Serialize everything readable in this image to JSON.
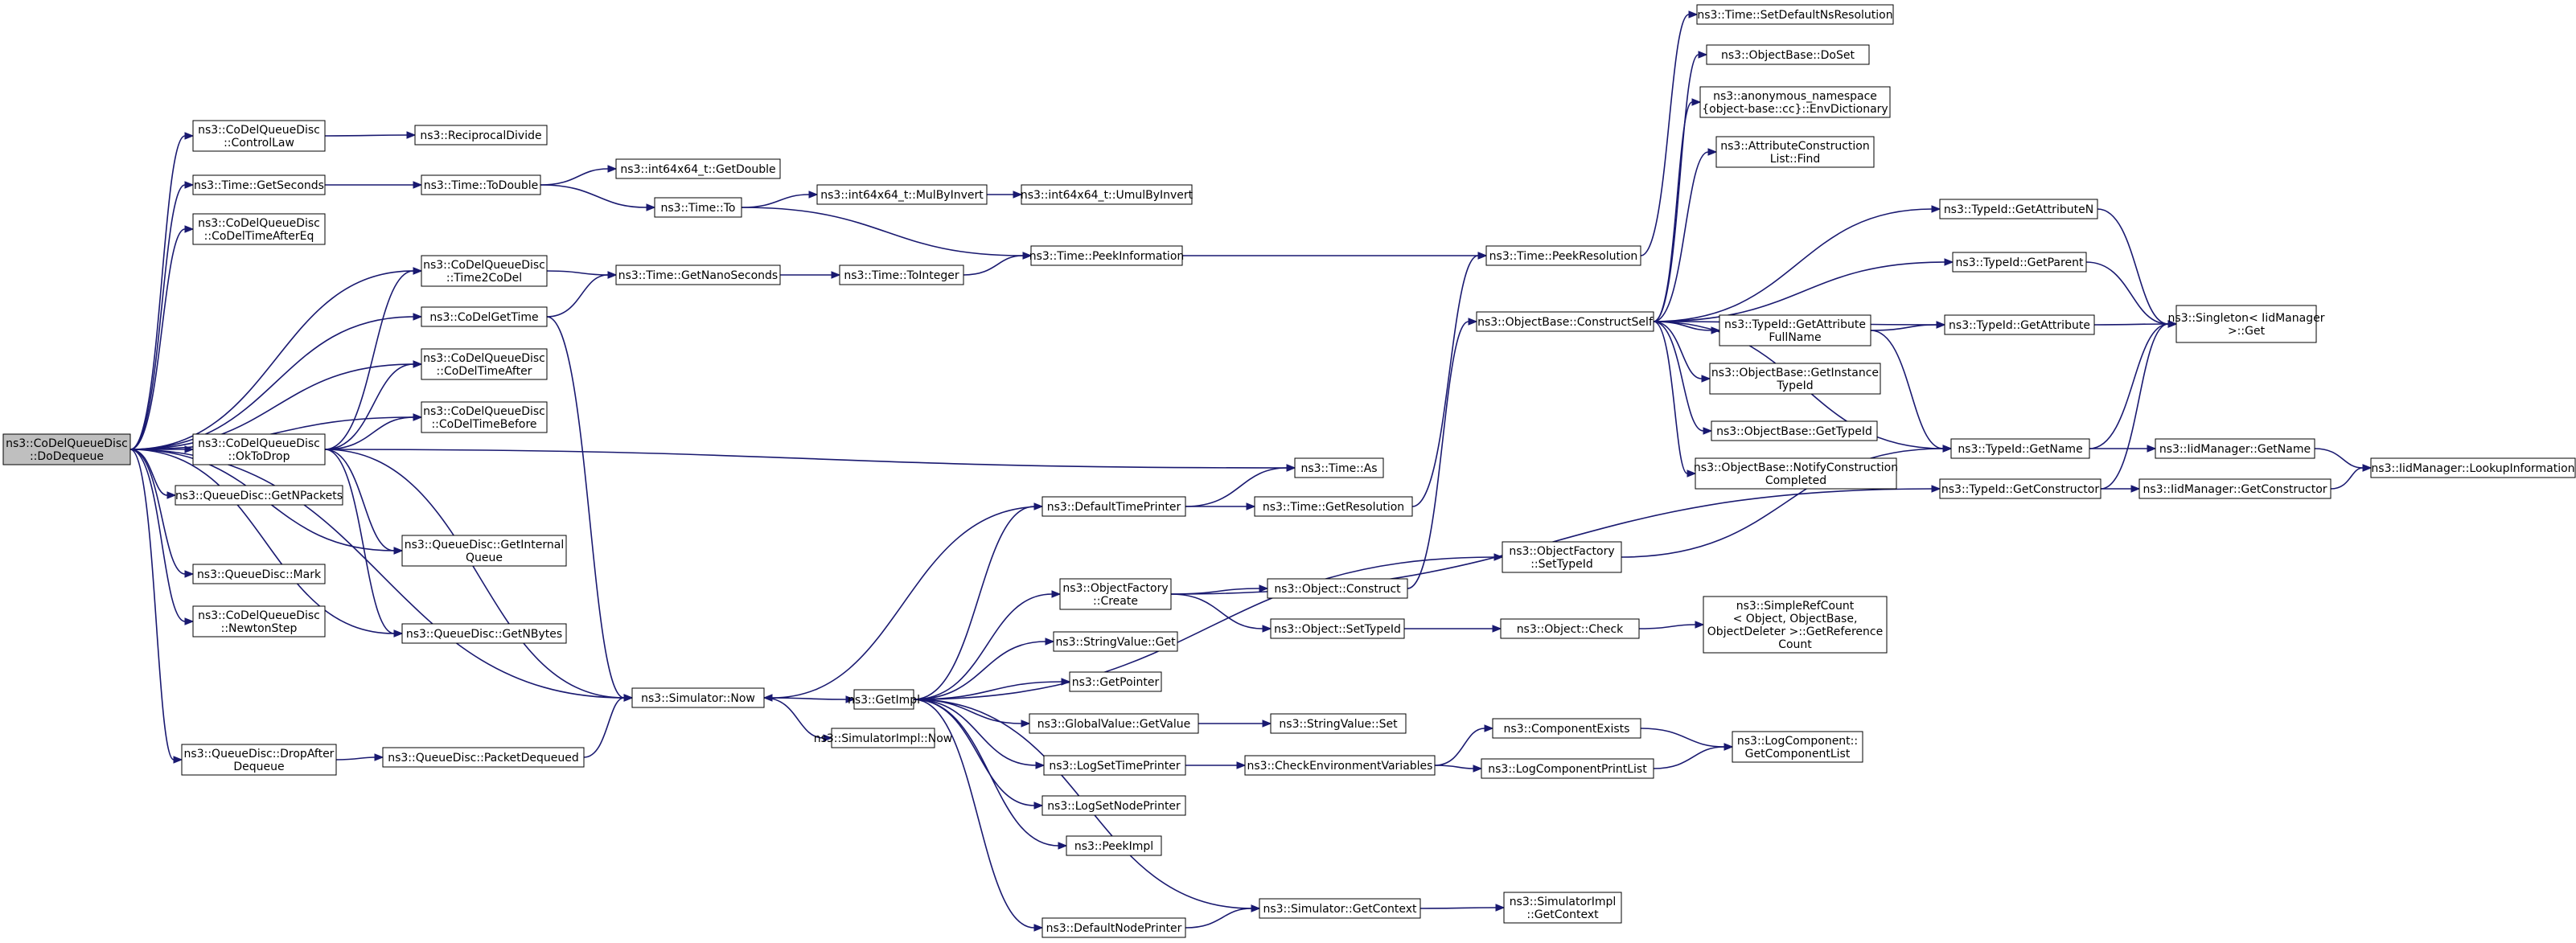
{
  "colors": {
    "edge": "#191970",
    "node_border": "#000000",
    "node_border_truncated": "#ff0000",
    "node_fill": "#ffffff",
    "root_fill": "#bfbfbf"
  },
  "nodes": [
    {
      "id": "n0",
      "lines": [
        "ns3::CoDelQueueDisc",
        "::DoDequeue"
      ],
      "root": true
    },
    {
      "id": "n1",
      "lines": [
        "ns3::CoDelQueueDisc",
        "::ControlLaw"
      ]
    },
    {
      "id": "n2",
      "lines": [
        "ns3::ReciprocalDivide"
      ]
    },
    {
      "id": "n3",
      "lines": [
        "ns3::Time::GetSeconds"
      ]
    },
    {
      "id": "n4",
      "lines": [
        "ns3::Time::ToDouble"
      ]
    },
    {
      "id": "n5",
      "lines": [
        "ns3::int64x64_t::GetDouble"
      ]
    },
    {
      "id": "n6",
      "lines": [
        "ns3::Time::To"
      ]
    },
    {
      "id": "n7",
      "lines": [
        "ns3::int64x64_t::MulByInvert"
      ]
    },
    {
      "id": "n8",
      "lines": [
        "ns3::int64x64_t::UmulByInvert"
      ]
    },
    {
      "id": "n9",
      "lines": [
        "ns3::CoDelQueueDisc",
        "::CoDelTimeAfterEq"
      ]
    },
    {
      "id": "n10",
      "lines": [
        "ns3::CoDelQueueDisc",
        "::Time2CoDel"
      ]
    },
    {
      "id": "n11",
      "lines": [
        "ns3::Time::GetNanoSeconds"
      ]
    },
    {
      "id": "n12",
      "lines": [
        "ns3::Time::ToInteger"
      ]
    },
    {
      "id": "n13",
      "lines": [
        "ns3::Time::PeekInformation"
      ]
    },
    {
      "id": "n14",
      "lines": [
        "ns3::CoDelGetTime"
      ]
    },
    {
      "id": "n15",
      "lines": [
        "ns3::CoDelQueueDisc",
        "::CoDelTimeAfter"
      ]
    },
    {
      "id": "n16",
      "lines": [
        "ns3::CoDelQueueDisc",
        "::CoDelTimeBefore"
      ]
    },
    {
      "id": "n17",
      "lines": [
        "ns3::CoDelQueueDisc",
        "::OkToDrop"
      ]
    },
    {
      "id": "n18",
      "lines": [
        "ns3::QueueDisc::GetNPackets"
      ]
    },
    {
      "id": "n19",
      "lines": [
        "ns3::QueueDisc::GetInternal",
        "Queue"
      ]
    },
    {
      "id": "n20",
      "lines": [
        "ns3::QueueDisc::Mark"
      ]
    },
    {
      "id": "n21",
      "lines": [
        "ns3::CoDelQueueDisc",
        "::NewtonStep"
      ]
    },
    {
      "id": "n22",
      "lines": [
        "ns3::QueueDisc::GetNBytes"
      ]
    },
    {
      "id": "n23",
      "lines": [
        "ns3::QueueDisc::DropAfter",
        "Dequeue"
      ]
    },
    {
      "id": "n24",
      "lines": [
        "ns3::QueueDisc::PacketDequeued"
      ]
    },
    {
      "id": "n25",
      "lines": [
        "ns3::Simulator::Now"
      ]
    },
    {
      "id": "n26",
      "lines": [
        "ns3::GetImpl"
      ]
    },
    {
      "id": "n27",
      "lines": [
        "ns3::SimulatorImpl::Now"
      ]
    },
    {
      "id": "n28",
      "lines": [
        "ns3::Time::As"
      ]
    },
    {
      "id": "n29",
      "lines": [
        "ns3::DefaultTimePrinter"
      ]
    },
    {
      "id": "n30",
      "lines": [
        "ns3::Time::GetResolution"
      ]
    },
    {
      "id": "n31",
      "lines": [
        "ns3::ObjectFactory",
        "::Create"
      ]
    },
    {
      "id": "n32",
      "lines": [
        "ns3::Object::Construct"
      ]
    },
    {
      "id": "n33",
      "lines": [
        "ns3::Object::SetTypeId"
      ]
    },
    {
      "id": "n34",
      "lines": [
        "ns3::Object::Check"
      ]
    },
    {
      "id": "n35",
      "lines": [
        "ns3::ObjectFactory",
        "::SetTypeId"
      ]
    },
    {
      "id": "n36",
      "lines": [
        "ns3::StringValue::Get"
      ]
    },
    {
      "id": "n37",
      "lines": [
        "ns3::GetPointer"
      ]
    },
    {
      "id": "n38",
      "lines": [
        "ns3::GlobalValue::GetValue"
      ]
    },
    {
      "id": "n39",
      "lines": [
        "ns3::StringValue::Set"
      ]
    },
    {
      "id": "n40",
      "lines": [
        "ns3::LogSetTimePrinter"
      ]
    },
    {
      "id": "n41",
      "lines": [
        "ns3::CheckEnvironmentVariables"
      ]
    },
    {
      "id": "n42",
      "lines": [
        "ns3::ComponentExists"
      ]
    },
    {
      "id": "n43",
      "lines": [
        "ns3::LogComponentPrintList"
      ]
    },
    {
      "id": "n44",
      "lines": [
        "ns3::LogComponent::",
        "GetComponentList"
      ]
    },
    {
      "id": "n45",
      "lines": [
        "ns3::LogSetNodePrinter"
      ]
    },
    {
      "id": "n46",
      "lines": [
        "ns3::PeekImpl"
      ]
    },
    {
      "id": "n47",
      "lines": [
        "ns3::Simulator::GetContext"
      ]
    },
    {
      "id": "n48",
      "lines": [
        "ns3::SimulatorImpl",
        "::GetContext"
      ]
    },
    {
      "id": "n49",
      "lines": [
        "ns3::DefaultNodePrinter"
      ]
    },
    {
      "id": "n50",
      "lines": [
        "ns3::Time::SetDefaultNsResolution"
      ],
      "truncated": true
    },
    {
      "id": "n51",
      "lines": [
        "ns3::Time::PeekResolution"
      ]
    },
    {
      "id": "n52",
      "lines": [
        "ns3::ObjectBase::DoSet"
      ]
    },
    {
      "id": "n53",
      "lines": [
        "ns3::anonymous_namespace",
        "{object-base::cc}::EnvDictionary"
      ]
    },
    {
      "id": "n54",
      "lines": [
        "ns3::AttributeConstruction",
        "List::Find"
      ]
    },
    {
      "id": "n55",
      "lines": [
        "ns3::ObjectBase::ConstructSelf"
      ]
    },
    {
      "id": "n56",
      "lines": [
        "ns3::TypeId::GetAttributeN"
      ],
      "truncated": true
    },
    {
      "id": "n57",
      "lines": [
        "ns3::TypeId::GetParent"
      ],
      "truncated": true
    },
    {
      "id": "n58",
      "lines": [
        "ns3::TypeId::GetAttribute"
      ],
      "truncated": true
    },
    {
      "id": "n59",
      "lines": [
        "ns3::TypeId::GetAttribute",
        "FullName"
      ]
    },
    {
      "id": "n60",
      "lines": [
        "ns3::ObjectBase::GetInstance",
        "TypeId"
      ]
    },
    {
      "id": "n61",
      "lines": [
        "ns3::ObjectBase::GetTypeId"
      ],
      "truncated": true
    },
    {
      "id": "n62",
      "lines": [
        "ns3::ObjectBase::NotifyConstruction",
        "Completed"
      ]
    },
    {
      "id": "n63",
      "lines": [
        "ns3::Singleton< IidManager",
        " >::Get"
      ]
    },
    {
      "id": "n64",
      "lines": [
        "ns3::TypeId::GetName"
      ]
    },
    {
      "id": "n65",
      "lines": [
        "ns3::IidManager::GetName"
      ]
    },
    {
      "id": "n66",
      "lines": [
        "ns3::IidManager::LookupInformation"
      ]
    },
    {
      "id": "n67",
      "lines": [
        "ns3::TypeId::GetConstructor"
      ]
    },
    {
      "id": "n68",
      "lines": [
        "ns3::IidManager::GetConstructor"
      ]
    },
    {
      "id": "n69",
      "lines": [
        "ns3::SimpleRefCount",
        "< Object, ObjectBase,",
        "ObjectDeleter >::GetReference",
        "Count"
      ]
    }
  ]
}
